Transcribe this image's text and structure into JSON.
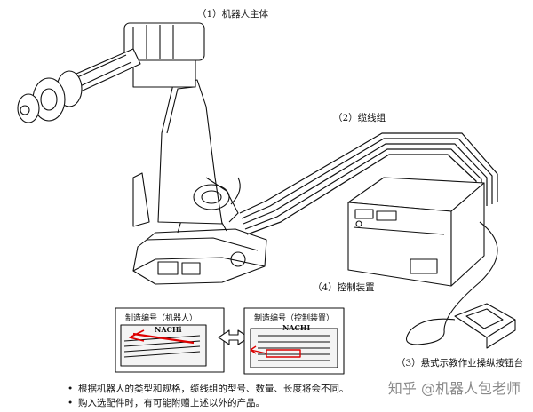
{
  "labels": {
    "robot_body": "（1）机器人主体",
    "cable_set": "（2）缆线组",
    "controller": "（4）控制装置",
    "teach_pendant": "（3）悬式示教作业操纵按钮台"
  },
  "plates": {
    "robot_caption": "制造编号（机器人）",
    "robot_brand": "NACHi",
    "controller_caption": "制造编号（控制装置）",
    "controller_brand": "NACHI"
  },
  "notes": [
    "根据机器人的类型和规格，缆线组的型号、数量、长度将会不同。",
    "购入选配件时，有可能附赠上述以外的产品。"
  ],
  "note_bullet": "•",
  "watermark": "知乎 @机器人包老师"
}
